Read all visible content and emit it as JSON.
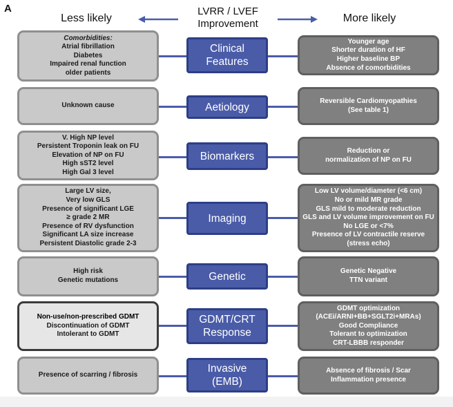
{
  "panel_label": "A",
  "header": {
    "left": "Less likely",
    "center_lines": [
      "LVRR / LVEF",
      "Improvement"
    ],
    "right": "More likely"
  },
  "colors": {
    "center_fill": "#4a5ca8",
    "left_fill": "#c9c9c9",
    "right_fill": "#808080"
  },
  "rows": [
    {
      "category": [
        "Clinical",
        "Features"
      ],
      "less_likely": [
        "Comorbidities:",
        "Atrial fibrillation",
        "Diabetes",
        "Impaired renal function",
        "older patients"
      ],
      "more_likely": [
        "Younger age",
        "Shorter duration of HF",
        "Higher baseline BP",
        "Absence of comorbidities"
      ]
    },
    {
      "category": [
        "Aetiology"
      ],
      "less_likely": [
        "Unknown cause"
      ],
      "more_likely": [
        "Reversible Cardiomyopathies",
        "(See table 1)"
      ]
    },
    {
      "category": [
        "Biomarkers"
      ],
      "less_likely": [
        "V. High NP level",
        "Persistent Troponin leak  on FU",
        "Elevation of NP on FU",
        "High sST2 level",
        "High Gal 3 level"
      ],
      "more_likely": [
        "Reduction or",
        "normalization of NP on FU"
      ]
    },
    {
      "category": [
        "Imaging"
      ],
      "less_likely": [
        "Large LV size,",
        "Very low GLS",
        "Presence of significant LGE",
        "≥ grade 2 MR",
        "Presence of RV dysfunction",
        "Significant LA size increase",
        "Persistent Diastolic grade 2-3"
      ],
      "more_likely": [
        "Low LV volume/diameter (<6 cm)",
        "No or mild MR grade",
        "GLS mild to moderate reduction",
        "GLS and LV volume improvement on FU",
        "No LGE or <7%",
        "Presence of LV contractile reserve",
        "(stress echo)"
      ]
    },
    {
      "category": [
        "Genetic"
      ],
      "less_likely": [
        "High risk",
        "Genetic mutations"
      ],
      "more_likely": [
        "Genetic Negative",
        "TTN variant"
      ]
    },
    {
      "category": [
        "GDMT/CRT",
        "Response"
      ],
      "less_likely": [
        "Non-use/non-prescribed GDMT",
        "Discontinuation of GDMT",
        "Intolerant to GDMT"
      ],
      "more_likely": [
        "GDMT optimization",
        "(ACEi/ARNI+BB+SGLT2i+MRAs)",
        "Good Compliance",
        "Tolerant to optimization",
        "CRT-LBBB responder"
      ]
    },
    {
      "category": [
        "Invasive",
        "(EMB)"
      ],
      "less_likely": [
        "Presence of scarring / fibrosis"
      ],
      "more_likely": [
        "Absence of fibrosis / Scar",
        "Inflammation presence"
      ]
    }
  ]
}
